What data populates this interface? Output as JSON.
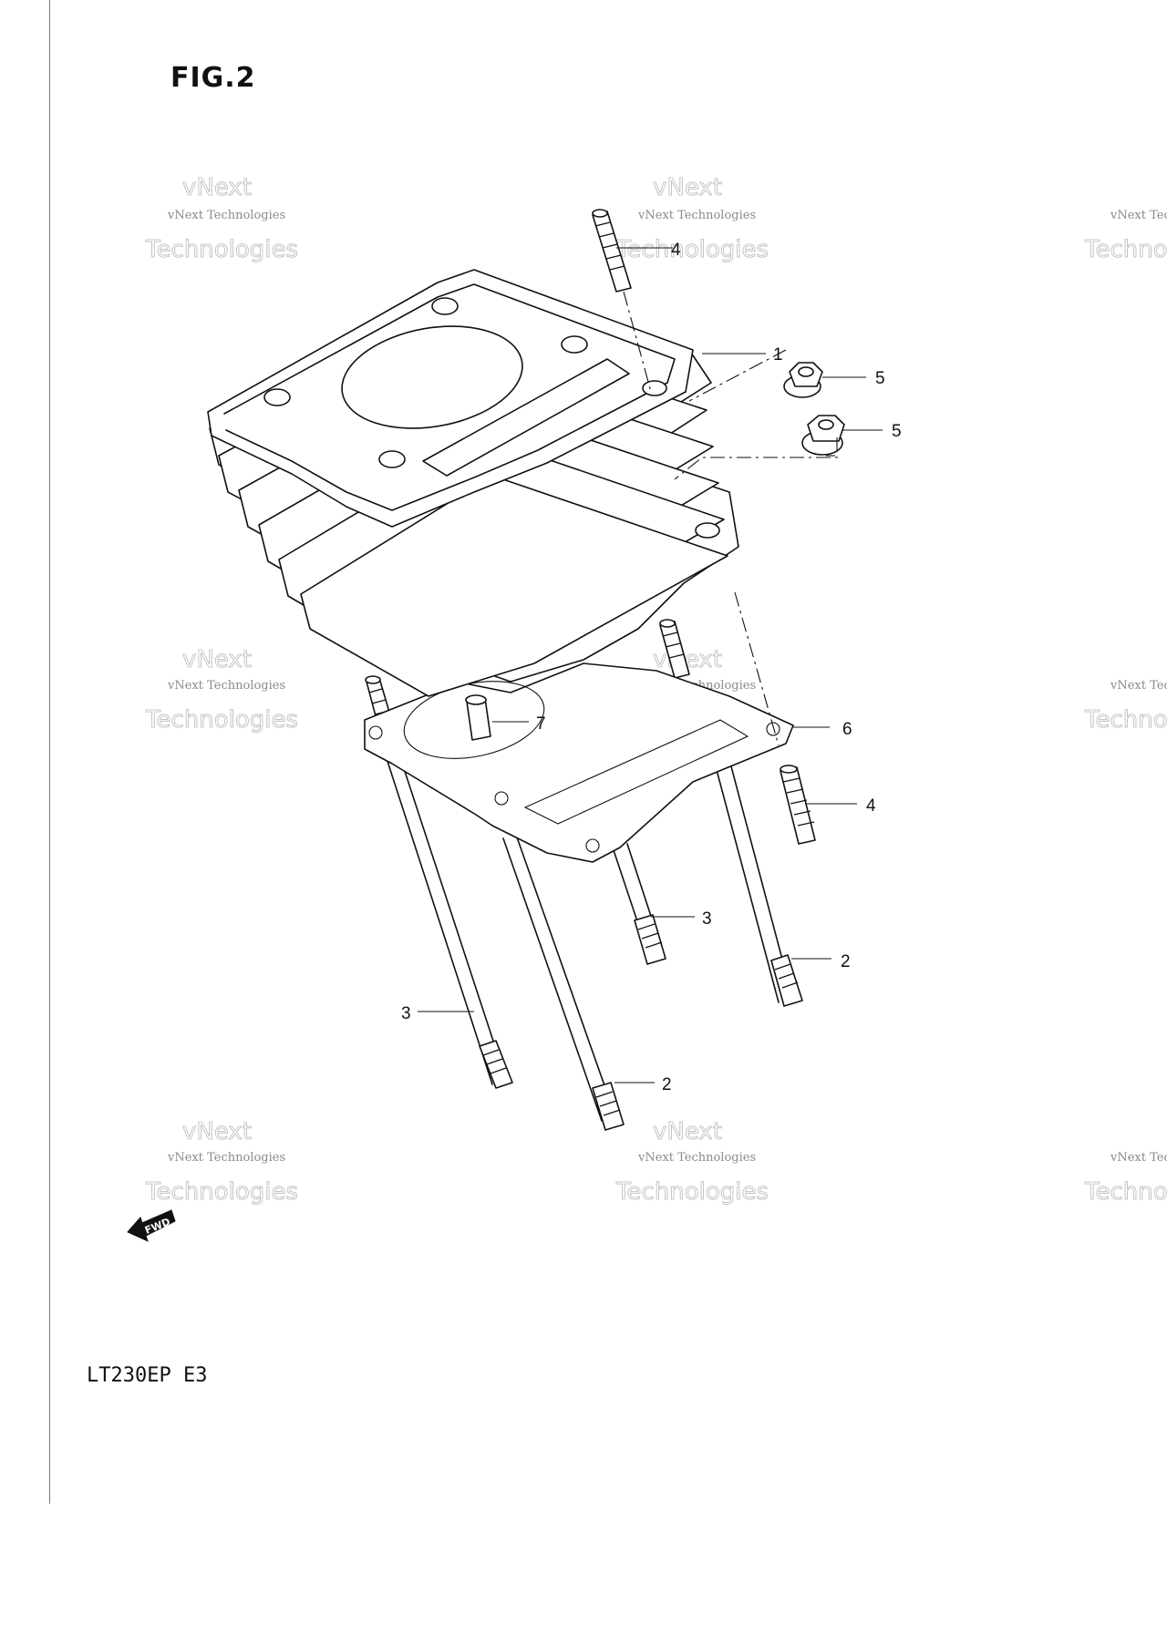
{
  "figure": {
    "title": "FIG.2",
    "model_code": "LT230EP  E3",
    "fwd_arrow_text": "FWD"
  },
  "watermark": {
    "line_small": "vNext Technologies",
    "line_arc": "vNext",
    "line_big": "Technologies"
  },
  "callouts": [
    "1",
    "2",
    "2",
    "3",
    "3",
    "4",
    "4",
    "5",
    "5",
    "6",
    "7"
  ],
  "colors": {
    "ink": "#111111",
    "paper": "#ffffff",
    "watermark": "#b8b8b8"
  }
}
